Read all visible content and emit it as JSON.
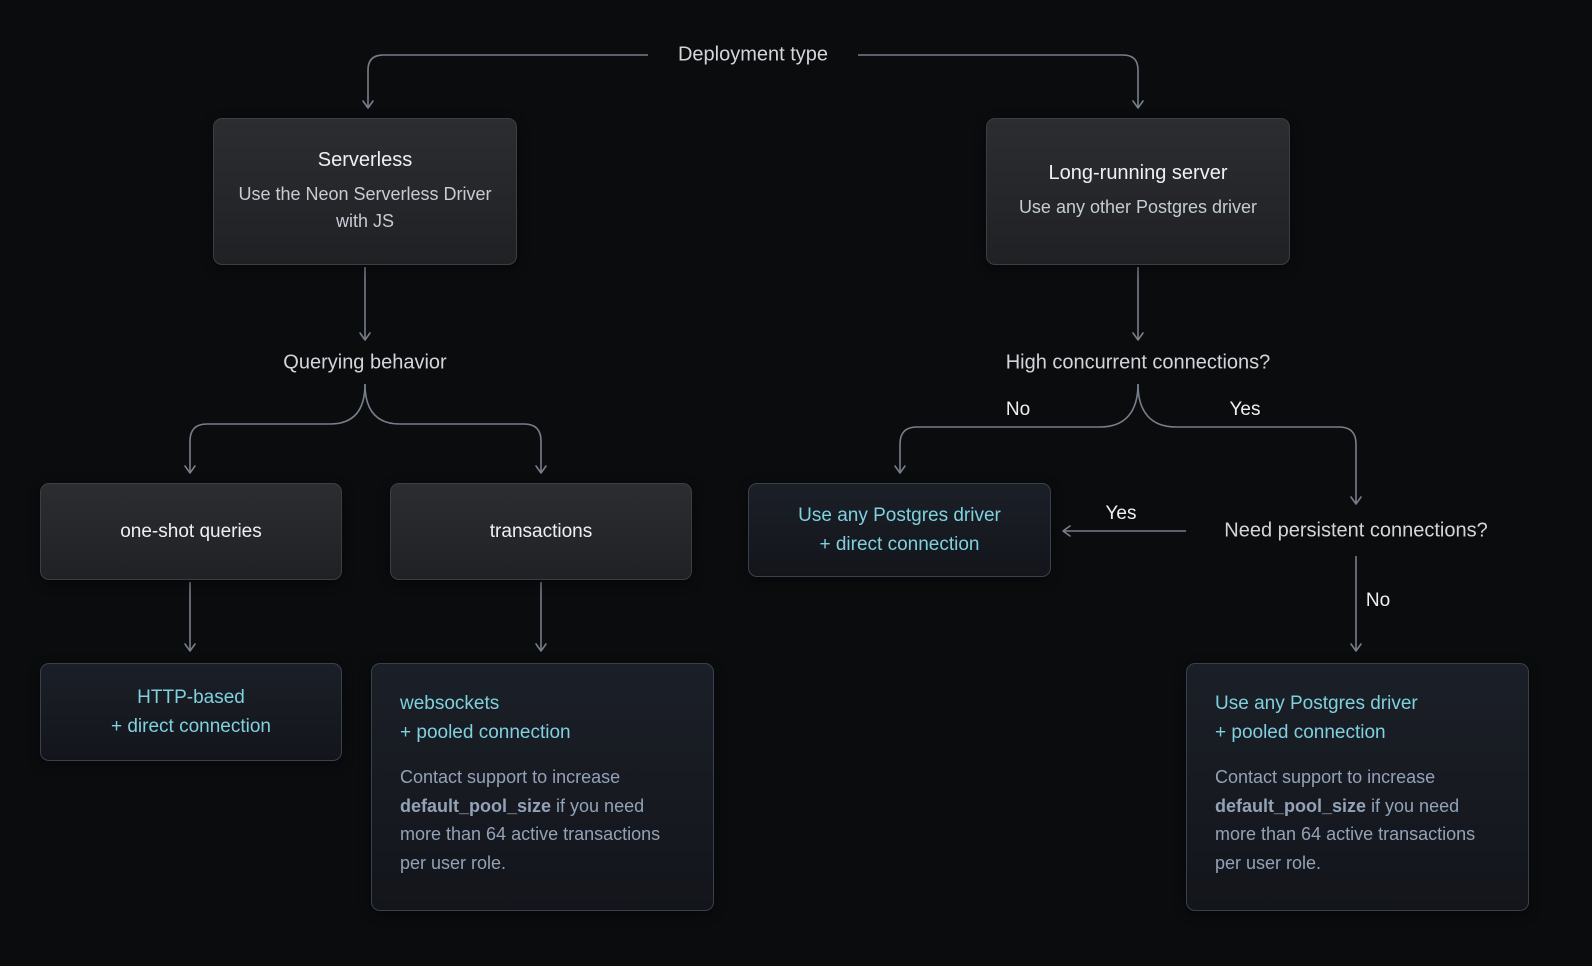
{
  "labels": {
    "deployment_type": "Deployment type",
    "querying_behavior": "Querying behavior",
    "high_concurrent": "High concurrent connections?",
    "need_persistent": "Need persistent connections?"
  },
  "edges": {
    "concurrent_no": "No",
    "concurrent_yes": "Yes",
    "persistent_yes": "Yes",
    "persistent_no": "No"
  },
  "boxes": {
    "serverless": {
      "title": "Serverless",
      "subtitle": "Use the Neon Serverless Driver with JS"
    },
    "long_running": {
      "title": "Long-running server",
      "subtitle": "Use any other Postgres driver"
    },
    "one_shot": {
      "label": "one-shot queries"
    },
    "transactions": {
      "label": "transactions"
    },
    "http_based": {
      "line1": "HTTP-based",
      "line2": "+ direct connection"
    },
    "websockets": {
      "line1": "websockets",
      "line2": "+ pooled connection",
      "note_pre": "Contact support to increase ",
      "note_bold": "default_pool_size",
      "note_post": " if you need more than 64 active transactions per user role."
    },
    "any_driver_direct": {
      "line1": "Use any Postgres driver",
      "line2": "+ direct connection"
    },
    "any_driver_pooled": {
      "line1": "Use any Postgres driver",
      "line2": "+ pooled connection",
      "note_pre": "Contact support to increase ",
      "note_bold": "default_pool_size",
      "note_post": " if you need more than 64 active transactions per user role."
    }
  },
  "colors": {
    "background": "#0b0c0e",
    "line": "#777f8a",
    "box_border": "#3d3e44",
    "result_border": "#39414f",
    "accent_teal": "#7fd1de",
    "text_primary": "#eef0f2",
    "text_secondary": "#c6ccd4",
    "text_label": "#d2d5da",
    "note_text": "#93a2b6"
  }
}
